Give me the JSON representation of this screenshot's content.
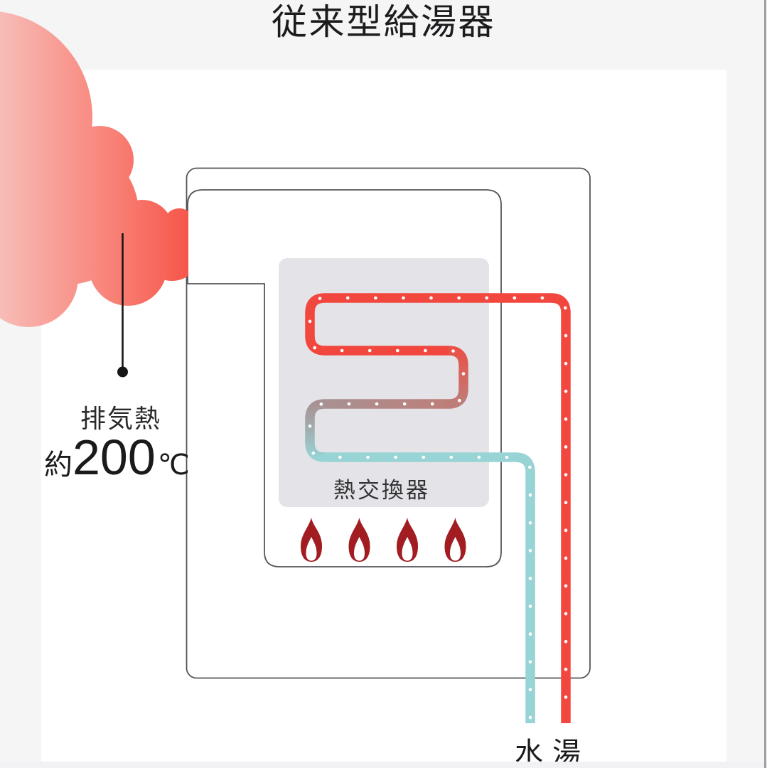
{
  "title": "従来型給湯器",
  "labels": {
    "exhaust_heat": "排気熱",
    "temp_prefix": "約",
    "temp_value": "200",
    "temp_unit": "℃",
    "heat_exchanger": "熱交換器",
    "water_inlet": "水",
    "hot_water_outlet": "湯"
  },
  "diagram": {
    "type": "conventional-water-heater-schematic",
    "flame_count": 4,
    "flow": "cold water enters bottom (水), winds through heat exchanger coil over burner flames, exits as hot water (湯); exhaust heat of about 200°C escapes as cloud on the left"
  },
  "colors": {
    "page_background": "#f5f5f6",
    "card_background": "#ffffff",
    "box_stroke": "#54555a",
    "heat_exchanger_fill": "#e4e4e8",
    "pipe_hot_red": "#f2473e",
    "pipe_warm_mauve": "#a99193",
    "pipe_cold_teal": "#98d3d5",
    "flame_red": "#a11d22",
    "cloud_gradient_left": "#f8bcb7",
    "cloud_gradient_right": "#f7564a",
    "text_color": "#1c1c1e"
  }
}
